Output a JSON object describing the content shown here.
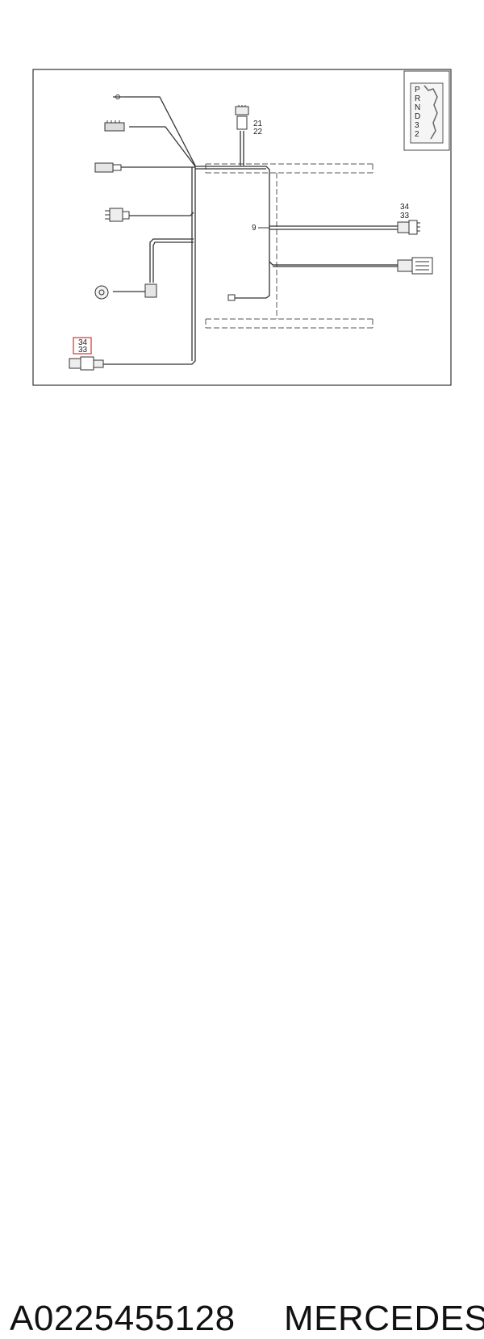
{
  "diagram": {
    "callouts": {
      "c21": "21",
      "c22": "22",
      "c9": "9",
      "c34_right": "34",
      "c33_right": "33",
      "c34_left": "34",
      "c33_left": "33"
    },
    "gear_positions": [
      "P",
      "R",
      "N",
      "D",
      "3",
      "2"
    ],
    "highlight_color": "#e83a3a"
  },
  "caption": {
    "part_number": "A0225455128",
    "brand": "MERCEDES"
  }
}
